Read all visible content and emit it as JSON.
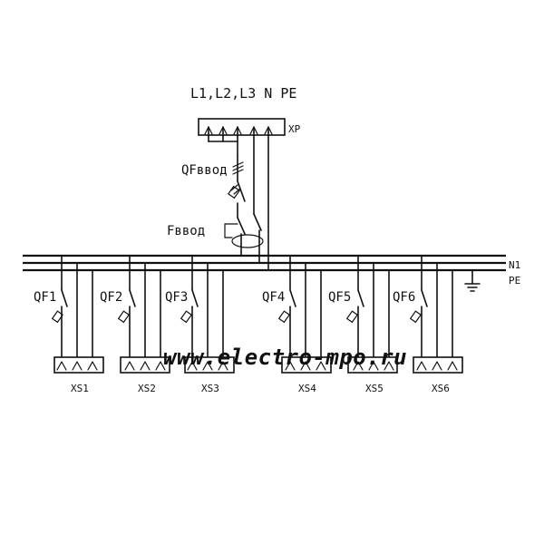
{
  "header": {
    "supply_label": "L1,L2,L3 N PE"
  },
  "terminal_block": {
    "label": "XP"
  },
  "input_breaker": {
    "label": "QFввод"
  },
  "input_rcd": {
    "label": "Fввод"
  },
  "bus_labels": {
    "n": "N1",
    "pe": "PE"
  },
  "breakers": [
    "QF1",
    "QF2",
    "QF3",
    "QF4",
    "QF5",
    "QF6"
  ],
  "sockets": [
    "XS1",
    "XS2",
    "XS3",
    "XS4",
    "XS5",
    "XS6"
  ],
  "watermark": "www.electro-mpo.ru",
  "colors": {
    "line": "#111111",
    "background": "#ffffff",
    "watermark": "#d4d4d4"
  }
}
